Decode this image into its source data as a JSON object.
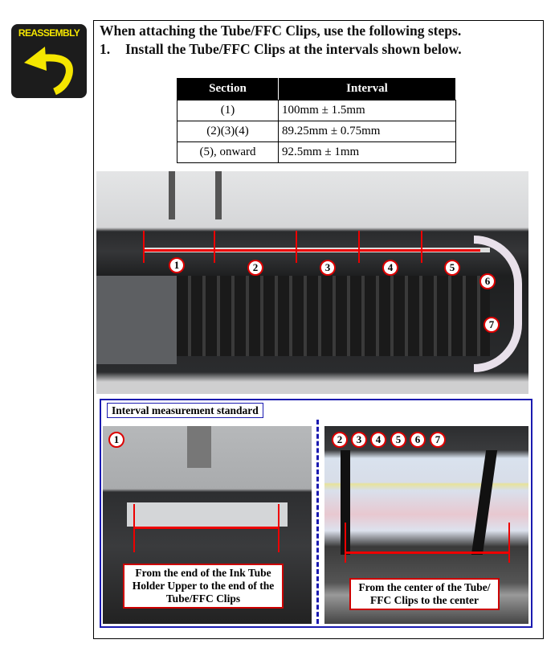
{
  "icon": {
    "label": "REASSEMBLY"
  },
  "heading": "When attaching the Tube/FFC Clips, use the following steps.",
  "step": {
    "number": "1.",
    "text": "Install the Tube/FFC Clips at the intervals shown below."
  },
  "table": {
    "headers": [
      "Section",
      "Interval"
    ],
    "rows": [
      [
        "(1)",
        "100mm ± 1.5mm"
      ],
      [
        "(2)(3)(4)",
        "89.25mm ± 0.75mm"
      ],
      [
        "(5), onward",
        "92.5mm ± 1mm"
      ]
    ]
  },
  "main_photo": {
    "markers": [
      "1",
      "2",
      "3",
      "4",
      "5",
      "6",
      "7"
    ]
  },
  "standard": {
    "title": "Interval measurement standard",
    "left": {
      "marker": "1",
      "caption": "From the end of the Ink Tube Holder Upper to the end of the Tube/FFC Clips"
    },
    "right": {
      "markers": [
        "2",
        "3",
        "4",
        "5",
        "6",
        "7"
      ],
      "caption": "From the center of the Tube/ FFC Clips to the center"
    }
  }
}
